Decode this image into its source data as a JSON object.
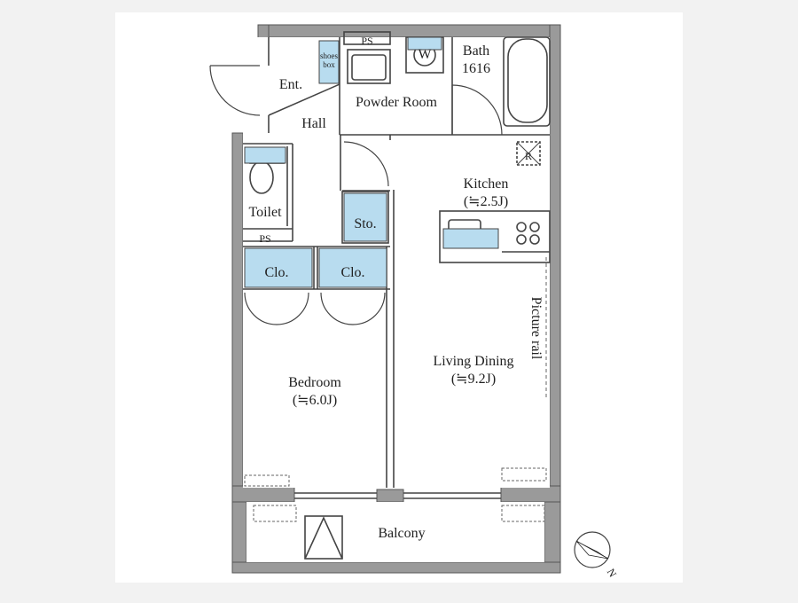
{
  "rooms": {
    "entrance": "Ent.",
    "shoes_box": "shoes box",
    "hall": "Hall",
    "pipe_space_top": "PS",
    "washer": "W",
    "powder_room": "Powder Room",
    "bath": "Bath",
    "bath_size": "1616",
    "refrigerator": "R",
    "kitchen": "Kitchen",
    "kitchen_size": "(≒2.5J)",
    "toilet": "Toilet",
    "pipe_space_toilet": "PS",
    "storage": "Sto.",
    "closet_1": "Clo.",
    "closet_2": "Clo.",
    "picture_rail": "Picture rail",
    "living_dining": "Living Dining",
    "living_dining_size": "(≒9.2J)",
    "bedroom": "Bedroom",
    "bedroom_size": "(≒6.0J)",
    "balcony": "Balcony"
  },
  "compass": {
    "north_label": "N"
  },
  "colors": {
    "wall": "#9a9a9a",
    "wall_line": "#555555",
    "storage_fill": "#b8dcef",
    "floor": "#ffffff",
    "background": "#f2f2f2"
  }
}
